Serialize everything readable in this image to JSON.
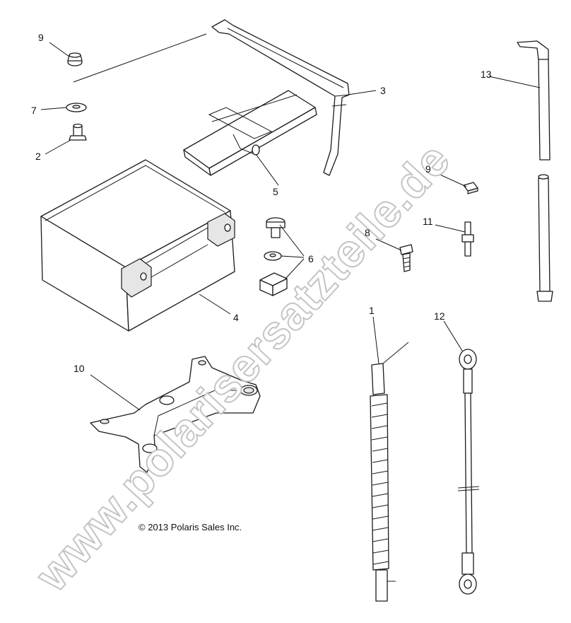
{
  "diagram": {
    "watermark": "www.polarisersatzteile.de",
    "copyright": "© 2013 Polaris Sales Inc.",
    "callouts": {
      "c1": "1",
      "c2": "2",
      "c3": "3",
      "c4": "4",
      "c5": "5",
      "c6": "6",
      "c7": "7",
      "c8": "8",
      "c9_top": "9",
      "c9_right": "9",
      "c10": "10",
      "c11": "11",
      "c12": "12",
      "c13": "13"
    }
  }
}
